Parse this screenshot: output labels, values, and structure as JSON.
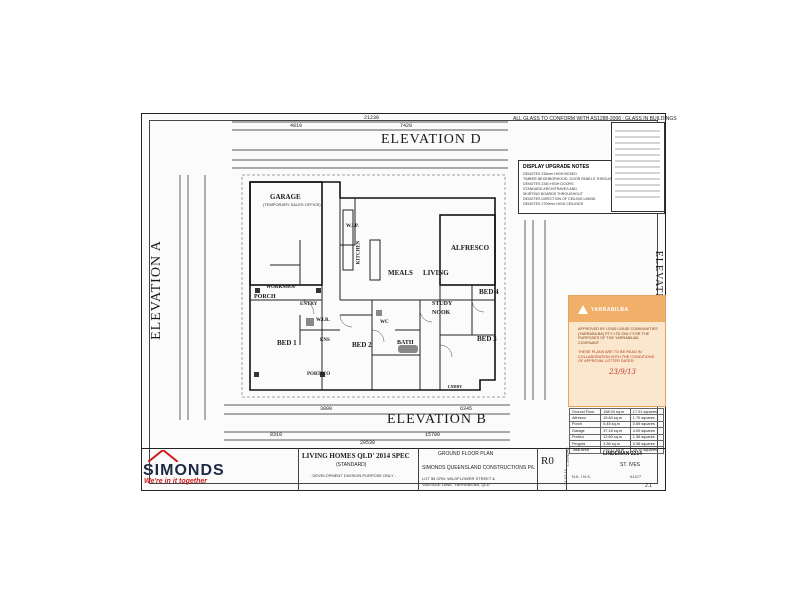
{
  "elevations": {
    "d": "ELEVATION D",
    "b": "ELEVATION B",
    "a": "ELEVATION A",
    "c": "ELEVATION C"
  },
  "rooms": {
    "garage": "GARAGE",
    "garage_sub": "(TEMPORARY SALES OFFICE)",
    "workshop": "WORKSHOP",
    "kitchen": "KITCHEN",
    "wip": "W.I.P.",
    "meals": "MEALS",
    "living": "LIVING",
    "alfresco": "ALFRESCO",
    "porch": "PORCH",
    "entry": "ENTRY",
    "bed1": "BED 1",
    "bed2": "BED 2",
    "bed3": "BED 3",
    "bed4": "BED 4",
    "study": "STUDY",
    "nook": "NOOK",
    "bath": "BATH",
    "wc": "WC",
    "ens": "ENS",
    "wir": "W.I.R.",
    "portico": "PORTICO",
    "laundry": "LNDRY"
  },
  "dimensions": {
    "overall_top": "21230",
    "overall_bottom": "20530",
    "d1": "7420",
    "d2": "4810",
    "d3": "3800",
    "d4": "15700",
    "d5": "8310",
    "d6": "6345"
  },
  "header_note": "ALL GLASS TO CONFORM WITH AS1288-2006 : GLASS IN BUILDINGS",
  "display_notes": {
    "title": "DISPLAY UPGRADE NOTES",
    "lines": [
      "DENOTES 230mm HIGH BOXED",
      "TIMBER NEIGHBORHOOD, DOOR PANELS THROUGHOUT",
      "DENOTES 2340 HIGH DOORS",
      "STANDARD ARCHITRAVES AND",
      "SKIRTING BOARDS THROUGHOUT",
      "DENOTES DIRECTION OF CEILING LINING",
      "DENOTES 2700mm HIGH CEILINGS"
    ]
  },
  "stamp": {
    "brand": "YARRABILBA",
    "body": "APPROVED BY LEND LEASE COMMUNITIES (YARRABILBA) PTY LTD ONLY FOR THE PURPOSES OF THE YARRABILBA COVENANT",
    "note": "THESE PLANS ARE TO BE READ IN COLLABORATION WITH THE CONDITIONS OF APPROVAL LETTER DATED:",
    "date": "23/9/13"
  },
  "areas": [
    {
      "label": "Ground Floor",
      "m2": "158.04 sq.m",
      "sq": "17.01 squares"
    },
    {
      "label": "Alfresco",
      "m2": "15.84 sq.m",
      "sq": "1.70 squares"
    },
    {
      "label": "Porch",
      "m2": "6.45 sq.m",
      "sq": "0.69 squares"
    },
    {
      "label": "Garage",
      "m2": "37.18 sq.m",
      "sq": "4.00 squares"
    },
    {
      "label": "Portico",
      "m2": "12.60 sq.m",
      "sq": "1.36 squares"
    },
    {
      "label": "Pergola",
      "m2": "3.36 sq.m",
      "sq": "0.36 squares"
    },
    {
      "label": "Total Area",
      "m2": "233.17 sq.m",
      "sq": "25.10 squares"
    }
  ],
  "title_block": {
    "brand": "SIMONDS",
    "tagline": "We're in it together",
    "project": "LIVING HOMES QLD' 2014 SPEC",
    "project_sub": "(STANDARD)",
    "purpose": "- DEVELOPMENT DIVISION PURPOSE ONLY -",
    "drawing": "GROUND FLOOR PLAN",
    "customer": "SIMONDS QUEENSLAND CONSTRUCTIONS P/L",
    "address_line1": "LOT 55 CRN. WILDFLOWER STREET &",
    "address_line2": "VANTAGE LANE, YARRABILBA, QLD",
    "revision": "R0",
    "scale": "1:100@A3",
    "date": "31.07.13",
    "house": "LINDEMAN 2214",
    "facade": "ST. IVES",
    "drawn": "N.K. / N.S.",
    "job_no": "01477",
    "sheet": "2.1"
  }
}
